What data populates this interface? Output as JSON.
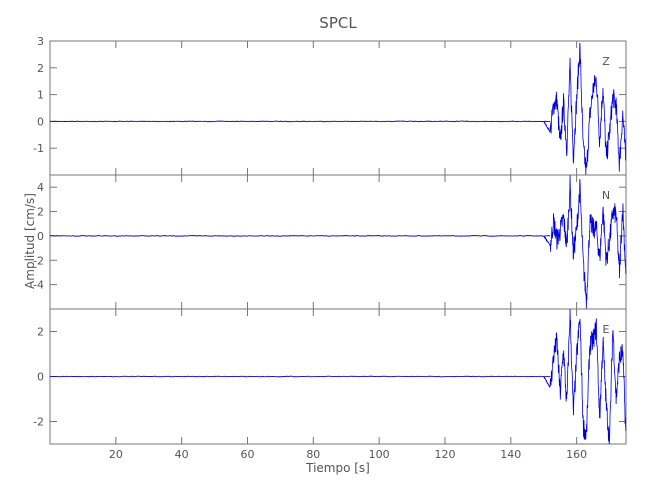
{
  "chart_data": {
    "type": "line",
    "title": "SPCL",
    "xlabel": "Tiempo [s]",
    "ylabel": "Amplitud [cm/s]",
    "xlim": [
      0,
      175
    ],
    "x_ticks": [
      20,
      40,
      60,
      80,
      100,
      120,
      140,
      160
    ],
    "grid": false,
    "line_color": "#0000dd",
    "pre_event_color": "#b03030",
    "panels": [
      {
        "name": "Z",
        "ylim": [
          -2,
          3
        ],
        "y_ticks": [
          3,
          2,
          1,
          0,
          -1
        ],
        "onset_time": 152,
        "x": [
          0,
          150,
          152,
          153,
          154,
          155,
          156,
          157,
          158,
          159,
          160,
          161,
          162,
          163,
          164,
          165,
          166,
          167,
          168,
          169,
          170,
          171,
          172,
          173,
          174,
          175
        ],
        "y": [
          0,
          0,
          -0.4,
          0.6,
          0.8,
          -0.9,
          0.7,
          -1.0,
          2.0,
          -1.3,
          0.8,
          2.8,
          -1.0,
          -1.9,
          0.2,
          1.2,
          1.6,
          -0.7,
          1.3,
          -1.4,
          -0.4,
          0.9,
          0.6,
          -1.6,
          0.3,
          -1.6
        ]
      },
      {
        "name": "N",
        "ylim": [
          -6,
          5
        ],
        "y_ticks": [
          4,
          2,
          0,
          -2,
          -4
        ],
        "onset_time": 152,
        "x": [
          0,
          150,
          152,
          153,
          154,
          155,
          156,
          157,
          158,
          159,
          160,
          161,
          162,
          163,
          164,
          165,
          166,
          167,
          168,
          169,
          170,
          171,
          172,
          173,
          174,
          175
        ],
        "y": [
          0,
          0,
          -0.8,
          1.2,
          -0.3,
          0.4,
          1.5,
          -0.9,
          4.2,
          -1.5,
          0.5,
          4.0,
          -2.3,
          -5.3,
          1.1,
          0.6,
          0.6,
          -1.9,
          2.3,
          -2.1,
          -0.4,
          1.9,
          1.8,
          -3.2,
          2.5,
          -3.4
        ]
      },
      {
        "name": "E",
        "ylim": [
          -3,
          3
        ],
        "y_ticks": [
          2,
          0,
          -2
        ],
        "onset_time": 152,
        "x": [
          0,
          150,
          152,
          153,
          154,
          155,
          156,
          157,
          158,
          159,
          160,
          161,
          162,
          163,
          164,
          165,
          166,
          167,
          168,
          169,
          170,
          171,
          172,
          173,
          174,
          175
        ],
        "y": [
          0,
          0,
          -0.5,
          0.9,
          1.6,
          -0.8,
          1.2,
          -1.3,
          2.9,
          -1.7,
          0.9,
          2.6,
          -2.2,
          -2.6,
          1.4,
          1.6,
          2.2,
          -1.9,
          1.6,
          -1.3,
          -2.9,
          2.2,
          -1.0,
          0.8,
          1.1,
          -2.7
        ]
      }
    ]
  }
}
